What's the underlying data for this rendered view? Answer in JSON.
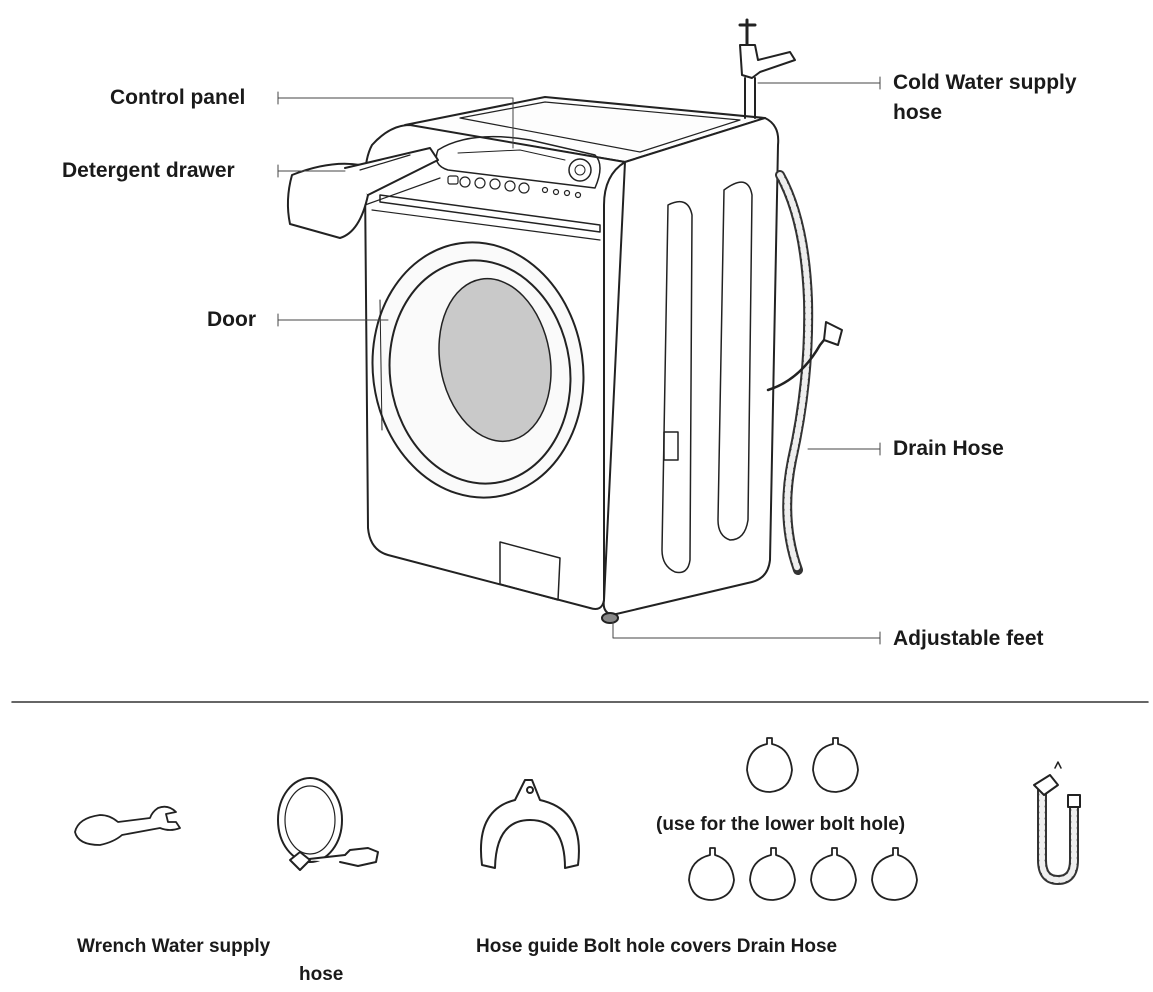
{
  "labels": {
    "control_panel": "Control panel",
    "detergent_drawer": "Detergent drawer",
    "door": "Door",
    "cold_water_line1": "Cold Water supply",
    "cold_water_line2": "hose",
    "drain_hose": "Drain Hose",
    "adjustable_feet": "Adjustable feet"
  },
  "accessories": {
    "bolt_note": "(use for the lower bolt hole)",
    "caption_left_line1": "Wrench Water supply",
    "caption_left_line2": "hose",
    "caption_right": "Hose guide Bolt hole covers Drain Hose"
  }
}
